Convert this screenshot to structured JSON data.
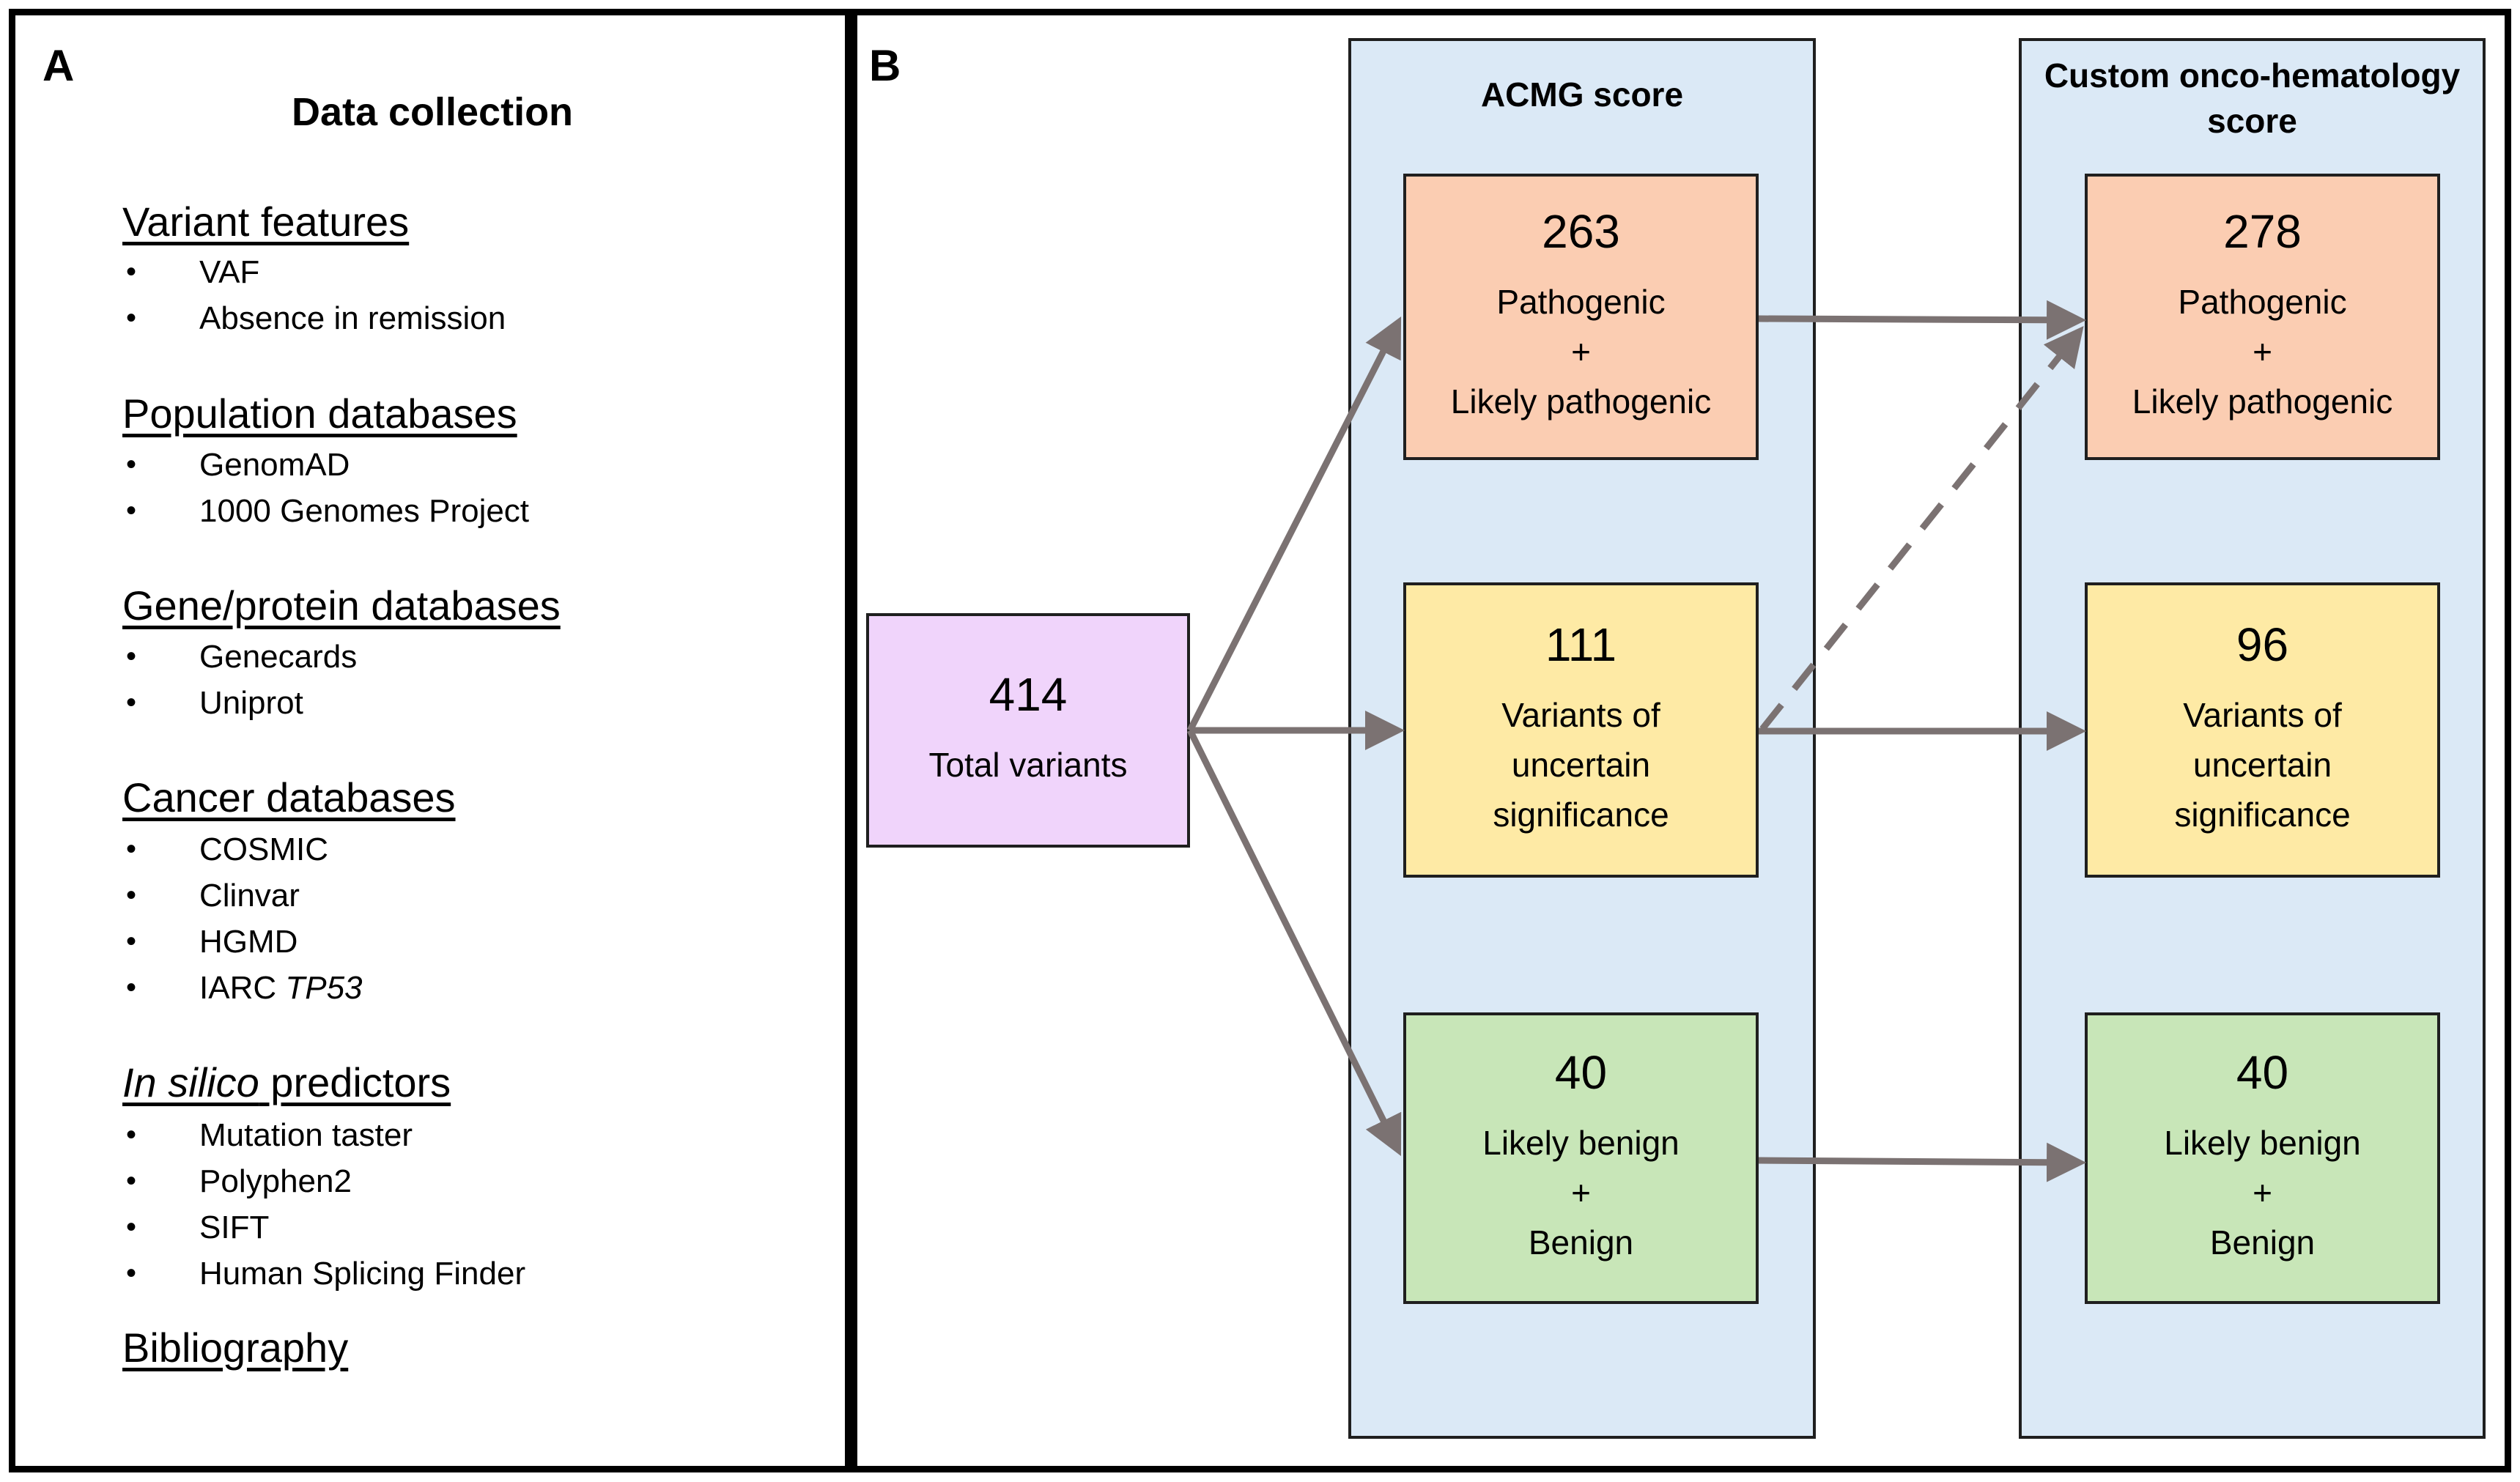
{
  "panel_a": {
    "letter": "A",
    "title": "Data collection",
    "sections": [
      {
        "heading": "Variant features",
        "items": [
          "VAF",
          "Absence in remission"
        ]
      },
      {
        "heading": "Population databases",
        "items": [
          "GenomAD",
          "1000 Genomes Project"
        ]
      },
      {
        "heading": "Gene/protein databases",
        "items": [
          "Genecards",
          "Uniprot"
        ]
      },
      {
        "heading": "Cancer databases",
        "items": [
          "COSMIC",
          "Clinvar",
          "HGMD",
          "IARC TP53"
        ]
      },
      {
        "heading_italic": "In silico",
        "heading_rest": " predictors",
        "items": [
          "Mutation taster",
          "Polyphen2",
          "SIFT",
          "Human Splicing Finder"
        ]
      },
      {
        "heading": "Bibliography",
        "items": []
      }
    ],
    "iarc_prefix": "IARC ",
    "iarc_gene": "TP53"
  },
  "panel_b": {
    "letter": "B",
    "total": {
      "count": "414",
      "label": "Total variants",
      "color": "#f0d4fb"
    },
    "acmg": {
      "title": "ACMG score",
      "pathogenic": {
        "count": "263",
        "line1": "Pathogenic",
        "line2": "+",
        "line3": "Likely pathogenic",
        "color": "#fbcdb2"
      },
      "vus": {
        "count": "111",
        "line1": "Variants of",
        "line2": "uncertain",
        "line3": "significance",
        "color": "#feeaa5"
      },
      "benign": {
        "count": "40",
        "line1": "Likely benign",
        "line2": "+",
        "line3": "Benign",
        "color": "#c8e6b8"
      }
    },
    "custom": {
      "title_line1": "Custom onco-hematology",
      "title_line2": "score",
      "pathogenic": {
        "count": "278",
        "line1": "Pathogenic",
        "line2": "+",
        "line3": "Likely pathogenic",
        "color": "#fbcdb2"
      },
      "vus": {
        "count": "96",
        "line1": "Variants of",
        "line2": "uncertain",
        "line3": "significance",
        "color": "#feeaa5"
      },
      "benign": {
        "count": "40",
        "line1": "Likely benign",
        "line2": "+",
        "line3": "Benign",
        "color": "#c8e6b8"
      }
    },
    "column_color": "#dbe9f6",
    "arrow_color": "#7b7272"
  }
}
